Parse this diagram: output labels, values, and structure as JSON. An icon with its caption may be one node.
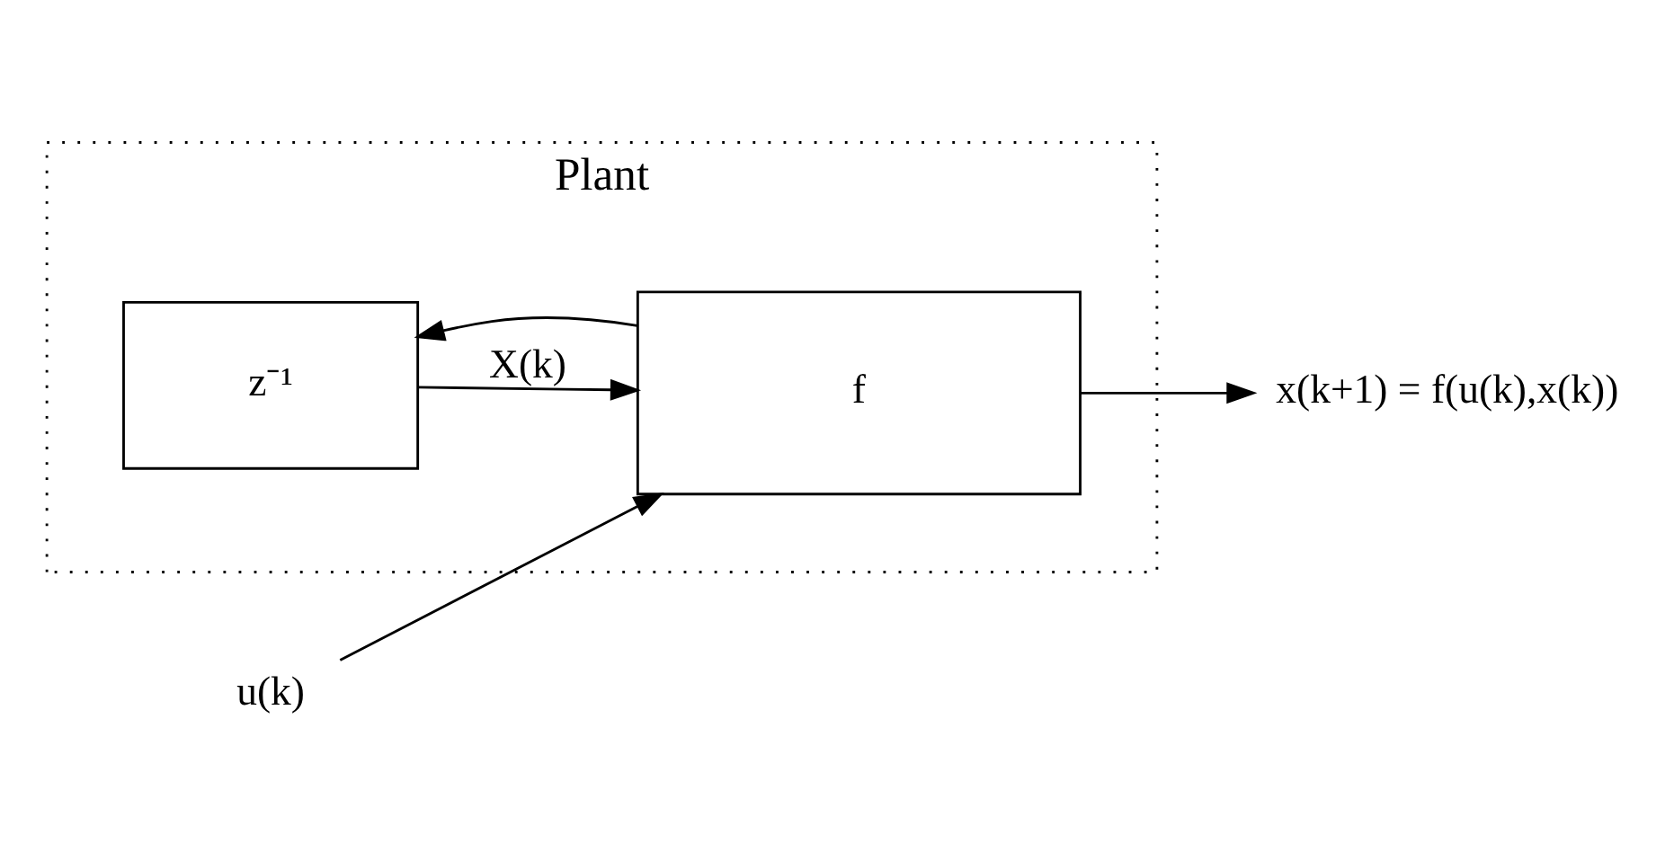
{
  "diagram": {
    "nodes": [
      {
        "text": [
          "Plant"
        ]
      },
      {
        "text": [
          "z⁻¹"
        ],
        "in": 0
      },
      {
        "text": [
          "f"
        ],
        "in": 0
      },
      {
        "text": [
          "u(k)"
        ]
      },
      {
        "text": [
          "x(k+1) = f(u(k),x(k))"
        ]
      }
    ],
    "edges": [
      {
        "from": 1,
        "to": 2,
        "arrow": "to",
        "label": "X(k)"
      },
      {
        "from": 3,
        "to": 2,
        "arrow": "to"
      },
      {
        "from": 2,
        "to": 4,
        "arrow": "to"
      },
      {
        "from": 2,
        "to": 1,
        "arrow": "to"
      }
    ]
  }
}
